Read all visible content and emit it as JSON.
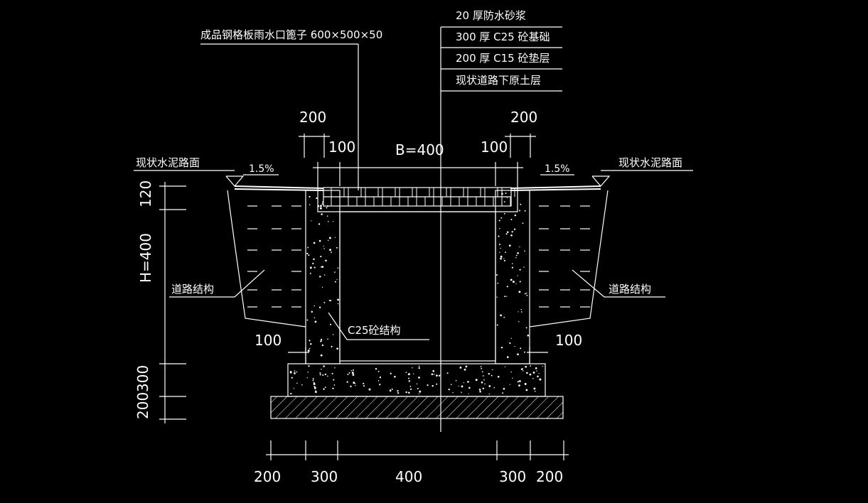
{
  "labels": {
    "layer_1": "20 厚防水砂浆",
    "layer_2": "300 厚 C25 砼基础",
    "layer_3": "200 厚 C15 砼垫层",
    "layer_4": "现状道路下原土层",
    "grate": "成品钢格板雨水口篦子 600×500×50",
    "road_surface_left": "现状水泥路面",
    "road_surface_right": "现状水泥路面",
    "road_structure_left": "道路结构",
    "road_structure_right": "道路结构",
    "concrete_structure": "C25砼结构",
    "width_label": "B=400",
    "height_label": "H=400",
    "slope_left": "1.5%",
    "slope_right": "1.5%"
  },
  "dimensions": {
    "top_left_200": "200",
    "top_left_100": "100",
    "top_right_100": "100",
    "top_right_200": "200",
    "mid_left_100": "100",
    "mid_right_100": "100",
    "left_120": "120",
    "left_300": "300",
    "left_200": "200",
    "bottom": [
      "200",
      "300",
      "400",
      "300",
      "200"
    ]
  },
  "colors": {
    "background": "#000000",
    "lines": "#ffffff"
  }
}
